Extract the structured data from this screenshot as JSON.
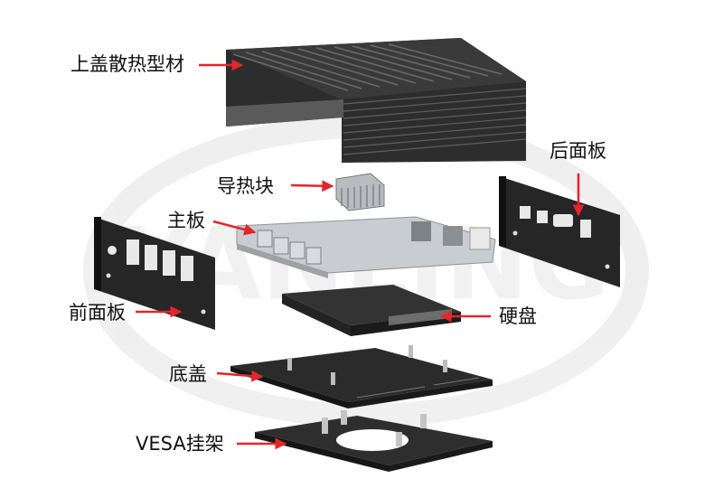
{
  "labels": {
    "top_cover": "上盖散热型材",
    "heat_block": "导热块",
    "mainboard": "主板",
    "rear_panel": "后面板",
    "front_panel": "前面板",
    "hard_disk": "硬盘",
    "bottom_cover": "底盖",
    "vesa_mount": "VESA挂架"
  },
  "watermark": "YANLING",
  "colors": {
    "arrow": "#e2262b",
    "metal": "#2a2a2a",
    "board": "#c9ccd0"
  }
}
